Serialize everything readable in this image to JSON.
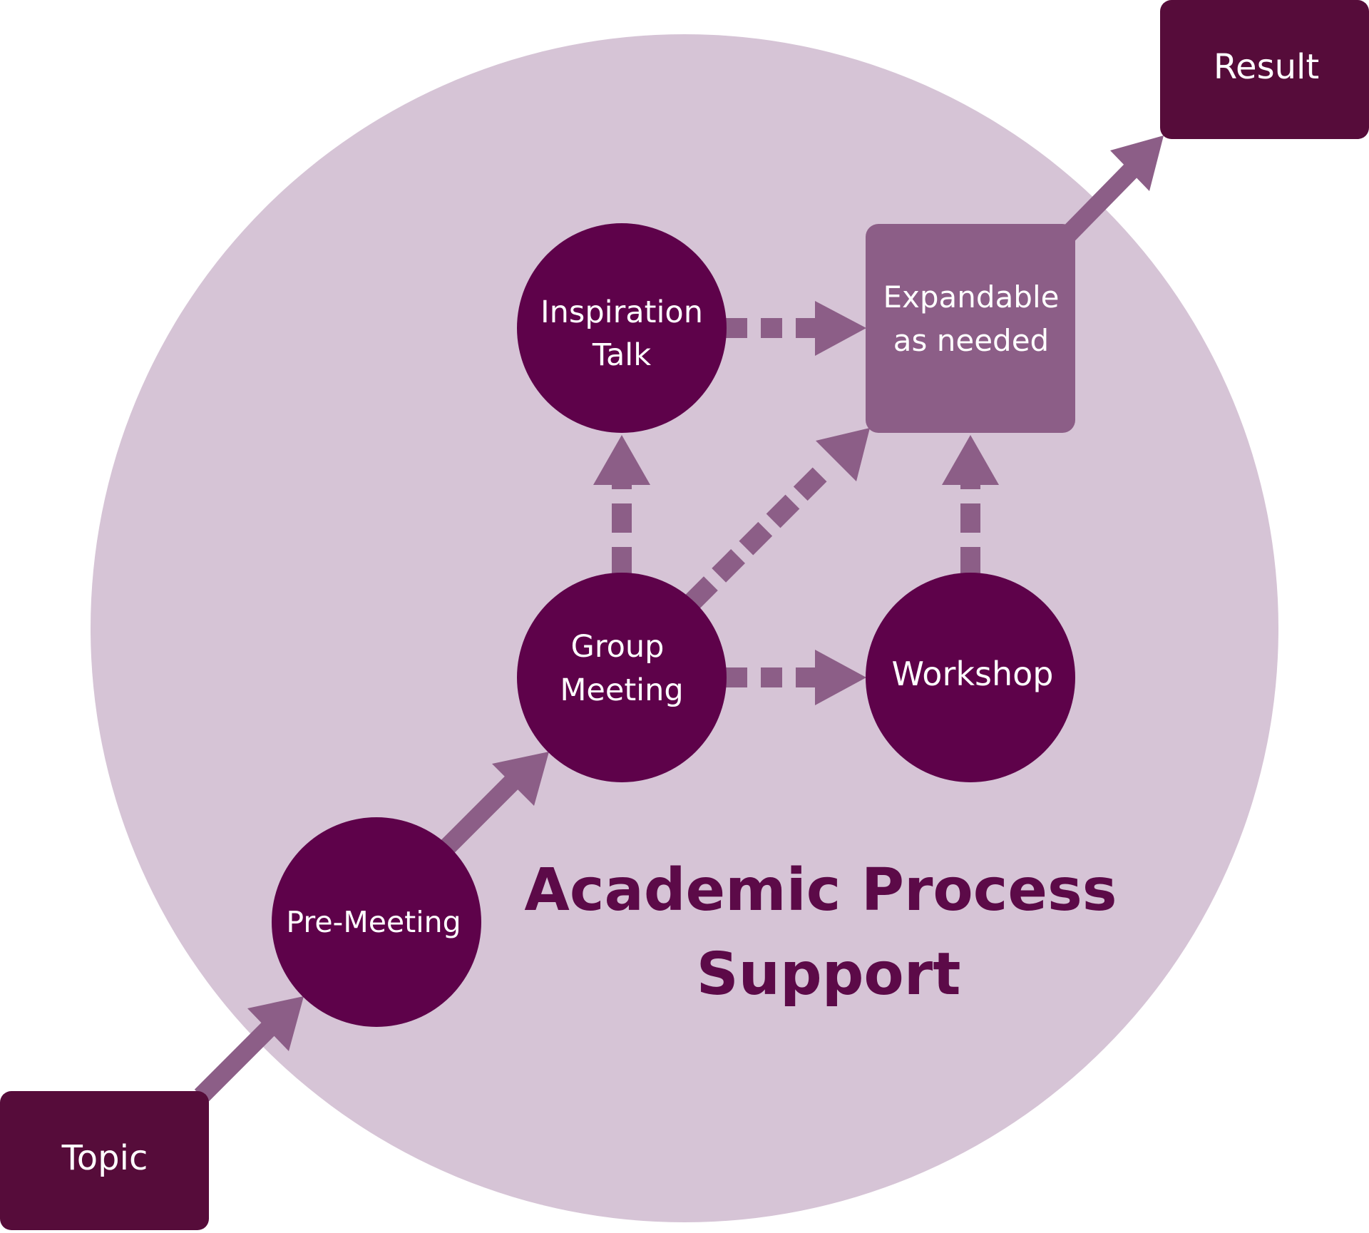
{
  "colors": {
    "background": "#ffffff",
    "outer_circle": "#d6c4d6",
    "node_fill": "#5e024a",
    "endpoint_fill": "#560c3a",
    "expandable_fill": "#8c5e87",
    "arrow": "#8c5e87",
    "title_text": "#5c0a48",
    "label_text": "#ffffff"
  },
  "diagram": {
    "title_line1": "Academic Process",
    "title_line2": "Support",
    "endpoints": {
      "start": "Topic",
      "end": "Result"
    },
    "nodes": {
      "pre_meeting": "Pre-Meeting",
      "group_meeting": [
        "Group",
        "Meeting"
      ],
      "inspiration_talk": [
        "Inspiration",
        "Talk"
      ],
      "workshop": "Workshop",
      "expandable": [
        "Expandable",
        "as needed"
      ]
    },
    "connections": [
      {
        "from": "Topic",
        "to": "Pre-Meeting",
        "style": "solid"
      },
      {
        "from": "Pre-Meeting",
        "to": "Group Meeting",
        "style": "solid"
      },
      {
        "from": "Group Meeting",
        "to": "Inspiration Talk",
        "style": "dashed"
      },
      {
        "from": "Group Meeting",
        "to": "Workshop",
        "style": "dashed"
      },
      {
        "from": "Group Meeting",
        "to": "Expandable as needed",
        "style": "dashed"
      },
      {
        "from": "Inspiration Talk",
        "to": "Expandable as needed",
        "style": "dashed"
      },
      {
        "from": "Workshop",
        "to": "Expandable as needed",
        "style": "dashed"
      },
      {
        "from": "Expandable as needed",
        "to": "Result",
        "style": "solid"
      }
    ]
  }
}
